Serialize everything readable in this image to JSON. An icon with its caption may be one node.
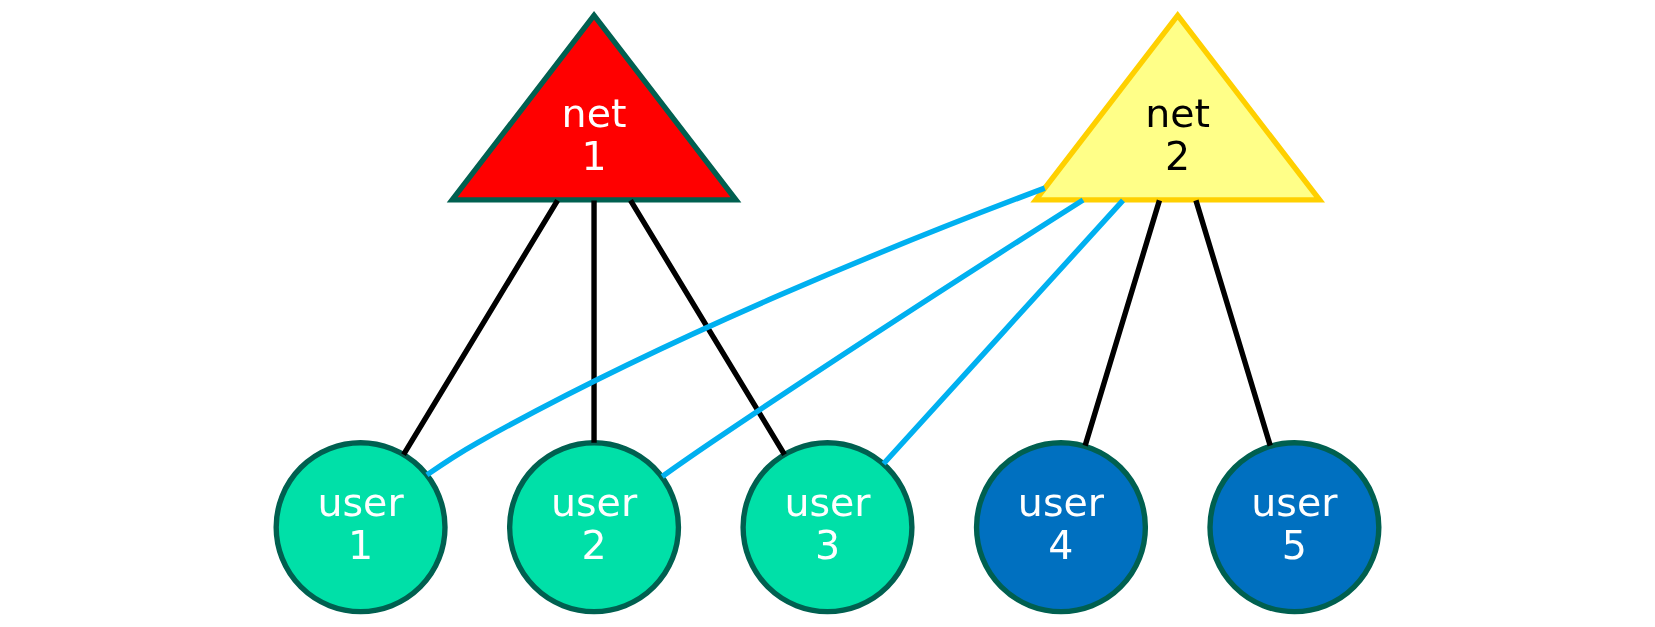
{
  "diagram": {
    "nodes": [
      {
        "text": [
          "net 1"
        ]
      },
      {
        "text": [
          "net 2"
        ]
      },
      {
        "text": [
          "user 1"
        ]
      },
      {
        "text": [
          "user 2"
        ]
      },
      {
        "text": [
          "user 3"
        ]
      },
      {
        "text": [
          "user 4"
        ]
      },
      {
        "text": [
          "user 5"
        ]
      }
    ],
    "edges": [
      {
        "from": 0,
        "to": 2,
        "arrow": "none"
      },
      {
        "from": 0,
        "to": 3,
        "arrow": "none"
      },
      {
        "from": 0,
        "to": 4,
        "arrow": "none"
      },
      {
        "from": 1,
        "to": 5,
        "arrow": "none"
      },
      {
        "from": 1,
        "to": 6,
        "arrow": "none"
      },
      {
        "from": 2,
        "to": 1,
        "arrow": "none",
        "color": "#00b0f0"
      },
      {
        "from": 3,
        "to": 1,
        "arrow": "none",
        "color": "#00b0f0"
      },
      {
        "from": 4,
        "to": 1,
        "arrow": "none",
        "color": "#00b0f0"
      }
    ]
  }
}
